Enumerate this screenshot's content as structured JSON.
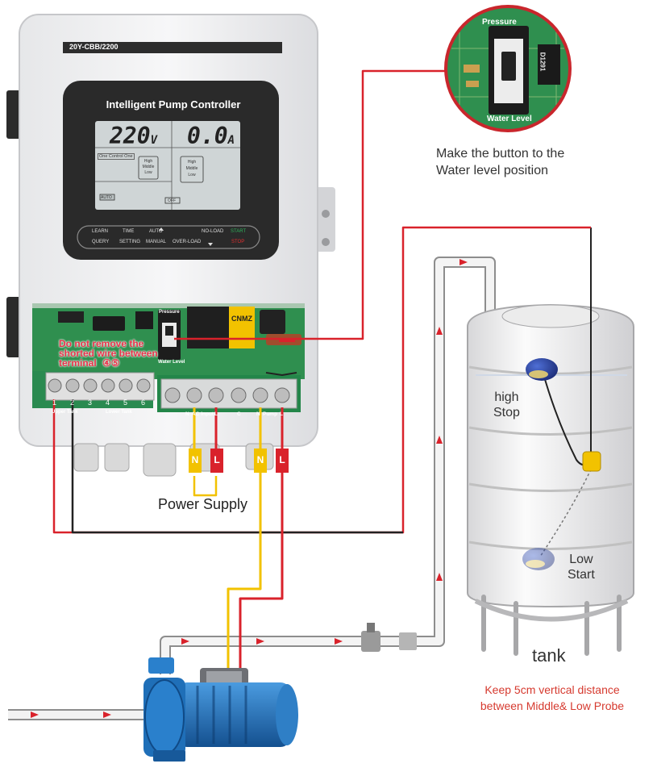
{
  "controller": {
    "model": "20Y-CBB/2200",
    "title": "Intelligent Pump Controller",
    "voltage": "220",
    "voltage_unit": "V",
    "current": "0.0",
    "current_unit": "A",
    "mode": "One Control One",
    "levels": [
      "High",
      "Middle",
      "Low"
    ],
    "auto_tag": "AUTO",
    "off_tag": "OFF",
    "buttons_top": [
      "LEARN",
      "TIME",
      "AUTO",
      "NO-LOAD",
      "START"
    ],
    "buttons_bottom": [
      "QUERY",
      "SETTING",
      "MANUAL",
      "OVER-LOAD",
      "STOP"
    ]
  },
  "board": {
    "switch_top": "Pressure",
    "switch_bottom": "Water Level",
    "relay_brand": "CNMZ",
    "warning": [
      "Do not remove the",
      "shorted wire between",
      "terminal"
    ],
    "terminal_refs": [
      "④",
      "⑤"
    ],
    "terminal_numbers": [
      "1",
      "2",
      "3",
      "4",
      "5",
      "6"
    ],
    "group_labels": [
      "Upper Tank",
      "Lower Tank"
    ],
    "right_labels": [
      "N",
      "AC Input",
      "L",
      "C",
      "N",
      "Pump",
      "L"
    ]
  },
  "wire_tags": [
    "N",
    "L",
    "N",
    "L"
  ],
  "labels": {
    "power_supply": "Power Supply",
    "zoom_caption": [
      "Make the button to the",
      "Water level position"
    ],
    "zoom_top": "Pressure",
    "zoom_bottom": "Water Level",
    "zoom_chip": "D1291",
    "high_float": [
      "high",
      "Stop"
    ],
    "low_float": [
      "Low",
      "Start"
    ],
    "tank": "tank",
    "note": [
      "Keep 5cm vertical distance",
      "between Middle& Low Probe"
    ]
  },
  "colors": {
    "red_wire": "#d9222b",
    "yellow_wire": "#f2c200",
    "black_wire": "#222222",
    "pump_blue": "#1f6fb8",
    "note_red": "#d63a2f",
    "lcd_bg": "#cfd5d6",
    "pcb_green": "#2f8f4f"
  }
}
